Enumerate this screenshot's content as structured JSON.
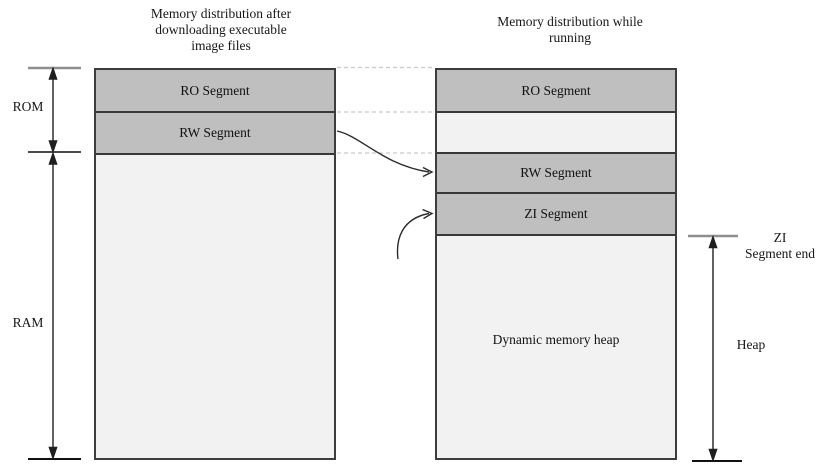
{
  "left_column": {
    "title_lines": [
      "Memory distribution after",
      "downloading executable",
      "image files"
    ],
    "segments": [
      {
        "name": "ro",
        "label": "RO Segment",
        "fill": "gray"
      },
      {
        "name": "rw",
        "label": "RW Segment",
        "fill": "gray"
      },
      {
        "name": "free",
        "label": "",
        "fill": "light"
      }
    ]
  },
  "right_column": {
    "title_lines": [
      "Memory distribution while",
      "running"
    ],
    "segments": [
      {
        "name": "ro",
        "label": "RO Segment",
        "fill": "gray"
      },
      {
        "name": "gap",
        "label": "",
        "fill": "light"
      },
      {
        "name": "rw",
        "label": "RW Segment",
        "fill": "gray"
      },
      {
        "name": "zi",
        "label": "ZI Segment",
        "fill": "gray"
      },
      {
        "name": "heap",
        "label": "Dynamic memory heap",
        "fill": "light"
      }
    ]
  },
  "annotations": {
    "rom": "ROM",
    "ram": "RAM",
    "zi_segment_end_lines": [
      "ZI",
      "Segment end"
    ],
    "heap": "Heap"
  },
  "colors": {
    "segment_gray": "#bfbfbf",
    "free_light": "#f2f2f2",
    "box_border": "#3d3d3d",
    "dashed_guide": "#c9c9c9",
    "tick_gray": "#8f8f8f",
    "arrow_dark": "#1f1f1f"
  }
}
